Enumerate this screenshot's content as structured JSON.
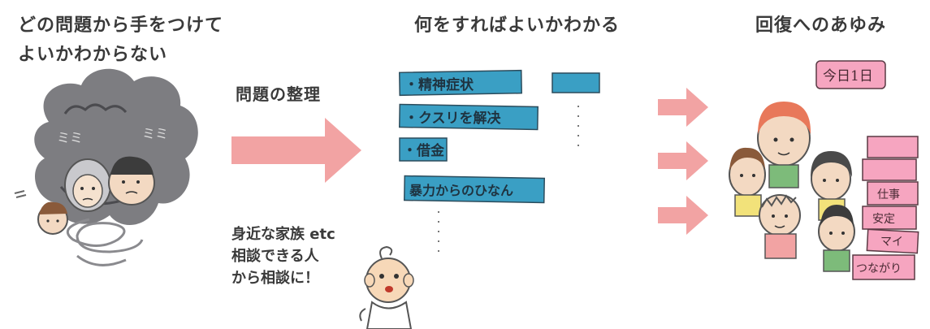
{
  "headings": {
    "left_line1": "どの問題から手をつけて",
    "left_line2": "よいかわからない",
    "middle": "何をすればよいかわかる",
    "right": "回復へのあゆみ"
  },
  "step_label": "問題の整理",
  "consult_note": {
    "line1": "身近な家族 etc",
    "line2": "相談できる人",
    "line3": "から相談に！"
  },
  "sticky_notes": [
    "・精神症状",
    "・クスリを解决",
    "・借金",
    "暴力からのひなん"
  ],
  "day_sign": "今日1日",
  "stack_blocks": [
    "仕事",
    "安定",
    "マイ",
    "つながり"
  ],
  "colors": {
    "arrow": "#f2a3a3",
    "note_fill": "#3a9fc4",
    "block_fill": "#f6a5c0",
    "cloud": "#6f6f73"
  }
}
